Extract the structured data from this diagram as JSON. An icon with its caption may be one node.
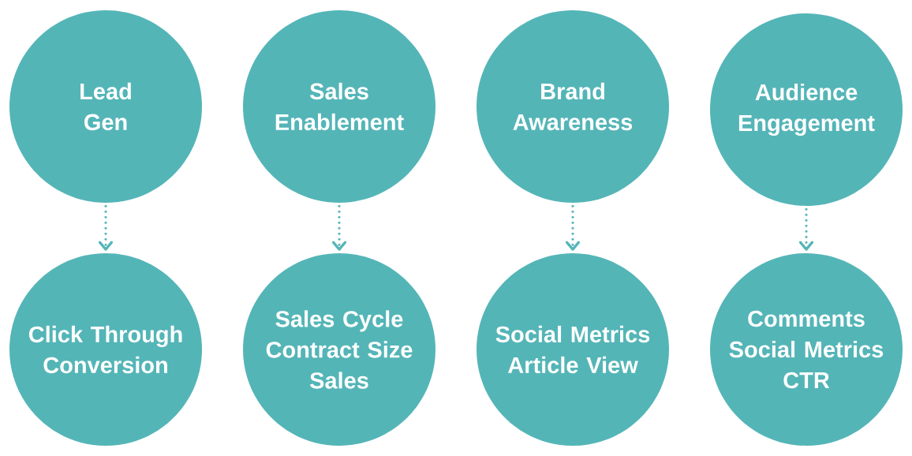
{
  "diagram": {
    "nodes": [
      {
        "text": [
          "Lead Gen"
        ]
      },
      {
        "text": [
          "Sales Enablement"
        ]
      },
      {
        "text": [
          "Brand Awareness"
        ]
      },
      {
        "text": [
          "Audience Engagement"
        ]
      },
      {
        "text": [
          "Click Through",
          "Conversion"
        ]
      },
      {
        "text": [
          "Sales Cycle",
          "Contract Size",
          "Sales"
        ]
      },
      {
        "text": [
          "Social Metrics",
          "Article View"
        ]
      },
      {
        "text": [
          "Comments",
          "Social Metrics",
          "CTR"
        ]
      }
    ],
    "edges": [
      {
        "from": 0,
        "to": 4,
        "arrow": "to"
      },
      {
        "from": 1,
        "to": 5,
        "arrow": "to"
      },
      {
        "from": 2,
        "to": 6,
        "arrow": "to"
      },
      {
        "from": 3,
        "to": 7,
        "arrow": "to"
      }
    ]
  }
}
